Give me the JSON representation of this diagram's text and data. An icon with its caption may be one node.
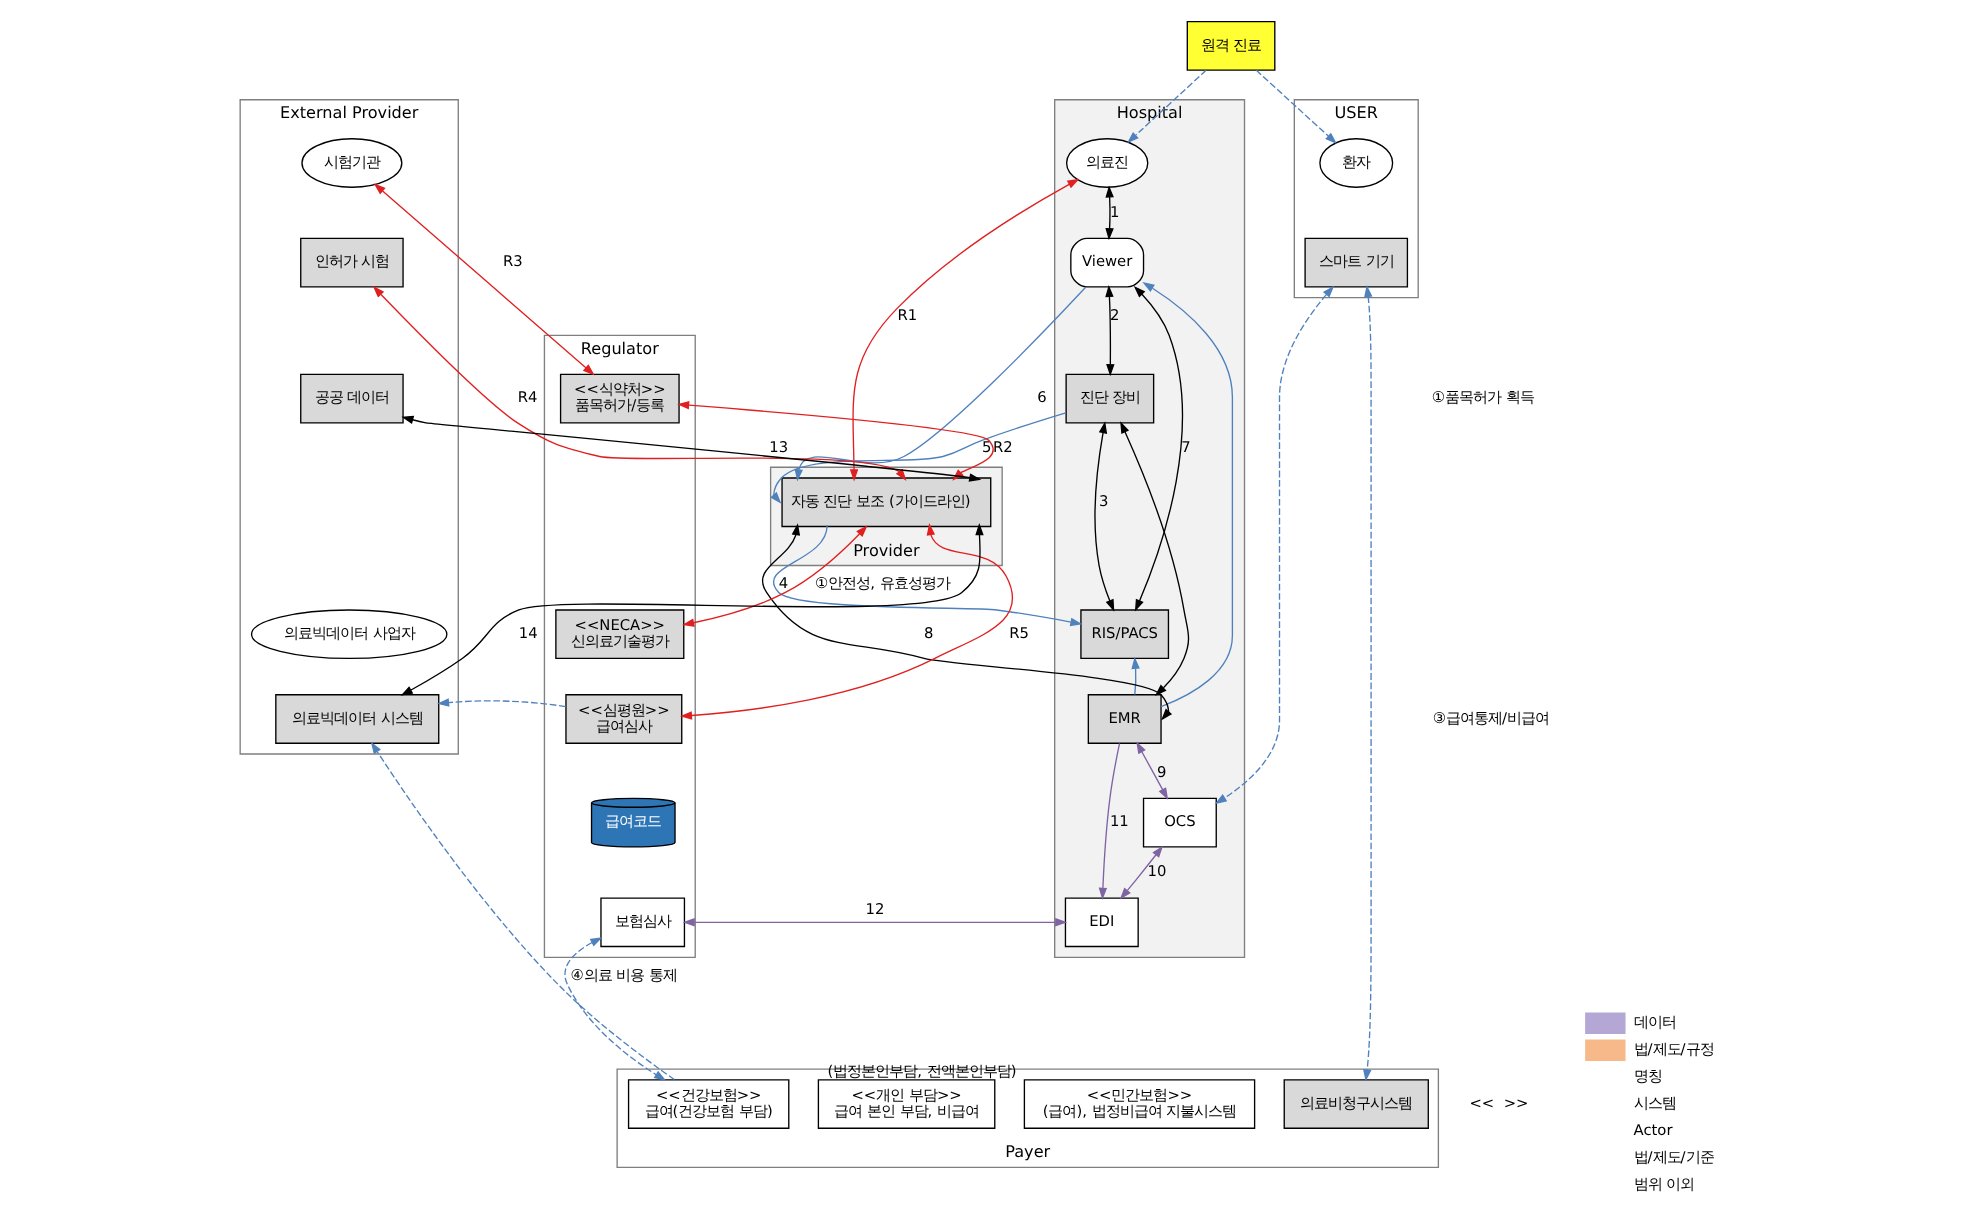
{
  "diagram": {
    "nodes": [
      {
        "text": [
          "USER"
        ]
      },
      {
        "text": [
          "Hospital"
        ]
      },
      {
        "text": [
          "Provider"
        ]
      },
      {
        "text": [
          "Regulator"
        ]
      },
      {
        "text": [
          "External Provider"
        ]
      },
      {
        "text": [
          "Payer"
        ]
      },
      {
        "text": [
          "환자"
        ],
        "in": 0
      },
      {
        "text": [
          "스마트 기기"
        ],
        "in": 0
      },
      {
        "text": [
          "원격 진료"
        ]
      },
      {
        "text": [
          "의료진"
        ],
        "in": 1
      },
      {
        "text": [
          "Viewer"
        ],
        "in": 1
      },
      {
        "text": [
          "진단 장비"
        ],
        "in": 1
      },
      {
        "text": [
          "RIS/PACS"
        ],
        "in": 1
      },
      {
        "text": [
          "EMR"
        ],
        "in": 1
      },
      {
        "text": [
          "OCS"
        ],
        "in": 1
      },
      {
        "text": [
          "EDI"
        ],
        "in": 1
      },
      {
        "text": [
          "자동 진단 보조 (가이드라인)"
        ],
        "in": 2
      },
      {
        "text": [
          "시험기관"
        ],
        "in": 4
      },
      {
        "text": [
          "인허가 시험"
        ],
        "in": 4
      },
      {
        "text": [
          "<<식약처>>",
          "품목허가/등록"
        ],
        "in": 3
      },
      {
        "text": [
          "<<NECA>>",
          "신의료기술평가"
        ],
        "in": 3
      },
      {
        "text": [
          "<<심평원>>",
          "급여심사"
        ],
        "in": 3
      },
      {
        "text": [
          "급여코드"
        ],
        "in": 3
      },
      {
        "text": [
          "보험심사"
        ],
        "in": 3
      },
      {
        "text": [
          "공공 데이터"
        ],
        "in": 4
      },
      {
        "text": [
          "의료빅데이터 사업자"
        ],
        "in": 4
      },
      {
        "text": [
          "의료빅데이터 시스템"
        ],
        "in": 4
      },
      {
        "text": [
          "의료비청구시스템"
        ],
        "in": 5
      },
      {
        "text": [
          "<<민간보험>>",
          "(급여), 법정비급여 지불시스템"
        ],
        "beside": [
          "(법정본인부담, 전액본인부담)"
        ],
        "in": 5
      },
      {
        "text": [
          "<<개인 부담>>",
          "급여 본인 부담, 비급여"
        ],
        "in": 5
      },
      {
        "text": [
          "<<건강보험>>",
          "급여(건강보험 부담)"
        ],
        "in": 5
      }
    ],
    "edges": [
      {
        "from": 8,
        "to": 6,
        "arrow": "to",
        "style": "dashed"
      },
      {
        "from": 8,
        "to": 9,
        "arrow": "to",
        "style": "dashed"
      },
      {
        "from": 9,
        "to": 10,
        "arrow": "both",
        "label": "1",
        "color": "#000000"
      },
      {
        "from": 10,
        "to": 11,
        "arrow": "both",
        "label": "2",
        "color": "#000000"
      },
      {
        "from": 12,
        "to": 11,
        "arrow": "both",
        "label": "3",
        "color": "#000000"
      },
      {
        "from": 16,
        "to": 12,
        "arrow": "to",
        "label": "4"
      },
      {
        "from": 11,
        "to": 16,
        "arrow": "to",
        "label": "5"
      },
      {
        "from": 10,
        "to": 16,
        "arrow": "to",
        "label": "6"
      },
      {
        "from": 12,
        "to": 10,
        "arrow": "both",
        "label": "7",
        "color": "#000000"
      },
      {
        "from": 13,
        "to": 10,
        "arrow": "to"
      },
      {
        "from": 13,
        "to": 12,
        "arrow": "to"
      },
      {
        "from": 11,
        "to": 13,
        "arrow": "both",
        "color": "#000000"
      },
      {
        "from": 16,
        "to": 13,
        "arrow": "both",
        "label": "8",
        "color": "#000000"
      },
      {
        "from": 13,
        "to": 14,
        "arrow": "both",
        "label": "9",
        "color": "#8064a2"
      },
      {
        "from": 14,
        "to": 15,
        "arrow": "both",
        "label": "10",
        "color": "#8064a2"
      },
      {
        "from": 13,
        "to": 15,
        "arrow": "to",
        "label": "11",
        "color": "#8064a2"
      },
      {
        "from": 15,
        "to": 23,
        "arrow": "both",
        "label": "12",
        "color": "#8064a2"
      },
      {
        "from": 9,
        "to": 16,
        "arrow": "both",
        "label": "R1",
        "color": "#e02020"
      },
      {
        "from": 16,
        "to": 19,
        "arrow": "both",
        "label": "R2",
        "color": "#e02020"
      },
      {
        "from": 17,
        "to": 19,
        "arrow": "both",
        "label": "R3",
        "color": "#e02020"
      },
      {
        "from": 16,
        "to": 18,
        "arrow": "both",
        "label": "R4",
        "color": "#e02020"
      },
      {
        "from": 16,
        "to": 20,
        "arrow": "both",
        "label": "①안전성, 유효성평가",
        "color": "#e02020"
      },
      {
        "from": 16,
        "to": 21,
        "arrow": "both",
        "label": "R5",
        "color": "#e02020"
      },
      {
        "from": 16,
        "to": 24,
        "arrow": "both",
        "label": "13",
        "color": "#000000"
      },
      {
        "from": 16,
        "to": 26,
        "arrow": "both",
        "label": "14",
        "color": "#000000"
      },
      {
        "from": 21,
        "to": 26,
        "arrow": "to",
        "style": "dashed"
      },
      {
        "from": 30,
        "to": 26,
        "arrow": "to",
        "style": "dashed"
      },
      {
        "from": 23,
        "to": 30,
        "arrow": "both",
        "style": "dashed",
        "label": "④의료 비용 통제"
      },
      {
        "from": 7,
        "to": 27,
        "arrow": "both",
        "style": "dashed"
      },
      {
        "from": 7,
        "to": 14,
        "arrow": "both",
        "style": "dashed"
      }
    ],
    "labels": [
      "①품목허가 획득",
      "③급여통제/비급여",
      "<<  >>"
    ],
    "legend": [
      {
        "text": "데이터",
        "color": "#b4a7d6"
      },
      {
        "text": "법/제도/규정",
        "color": "#f8b98a"
      },
      {
        "text": "명칭"
      },
      {
        "text": "시스템"
      },
      {
        "text": "Actor"
      },
      {
        "text": "법/제도/기준"
      },
      {
        "text": "범위 이외"
      }
    ]
  }
}
